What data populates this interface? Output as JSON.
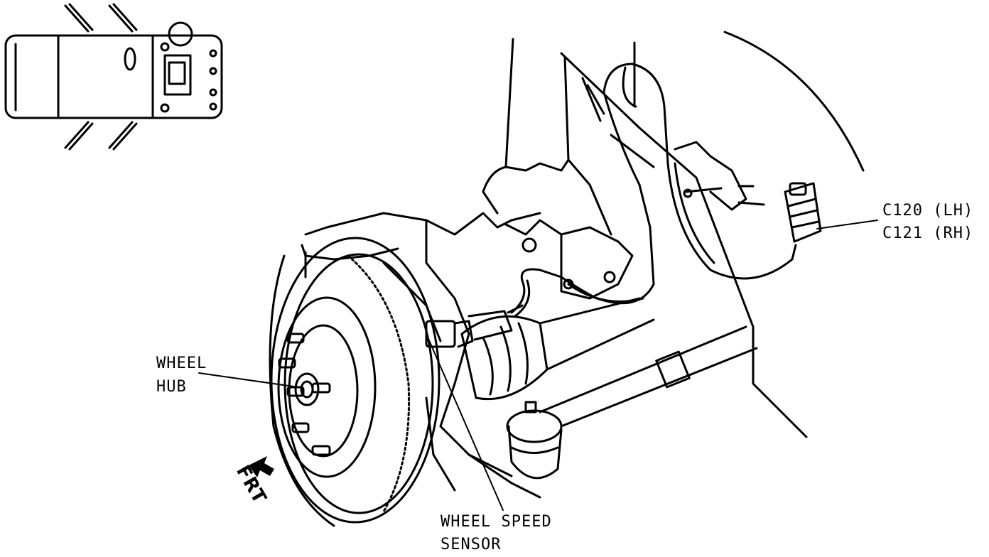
{
  "labels": {
    "connector_lh": "C120 (LH)",
    "connector_rh": "C121 (RH)",
    "wheel_hub_line1": "WHEEL",
    "wheel_hub_line2": "HUB",
    "sensor_line1": "WHEEL SPEED",
    "sensor_line2": "SENSOR",
    "front_marker": "FRT"
  },
  "icons": {
    "vehicle_locator": "vehicle-top-view-icon",
    "front_arrow": "front-arrow-icon"
  },
  "colors": {
    "line": "#000000",
    "background": "#ffffff"
  }
}
